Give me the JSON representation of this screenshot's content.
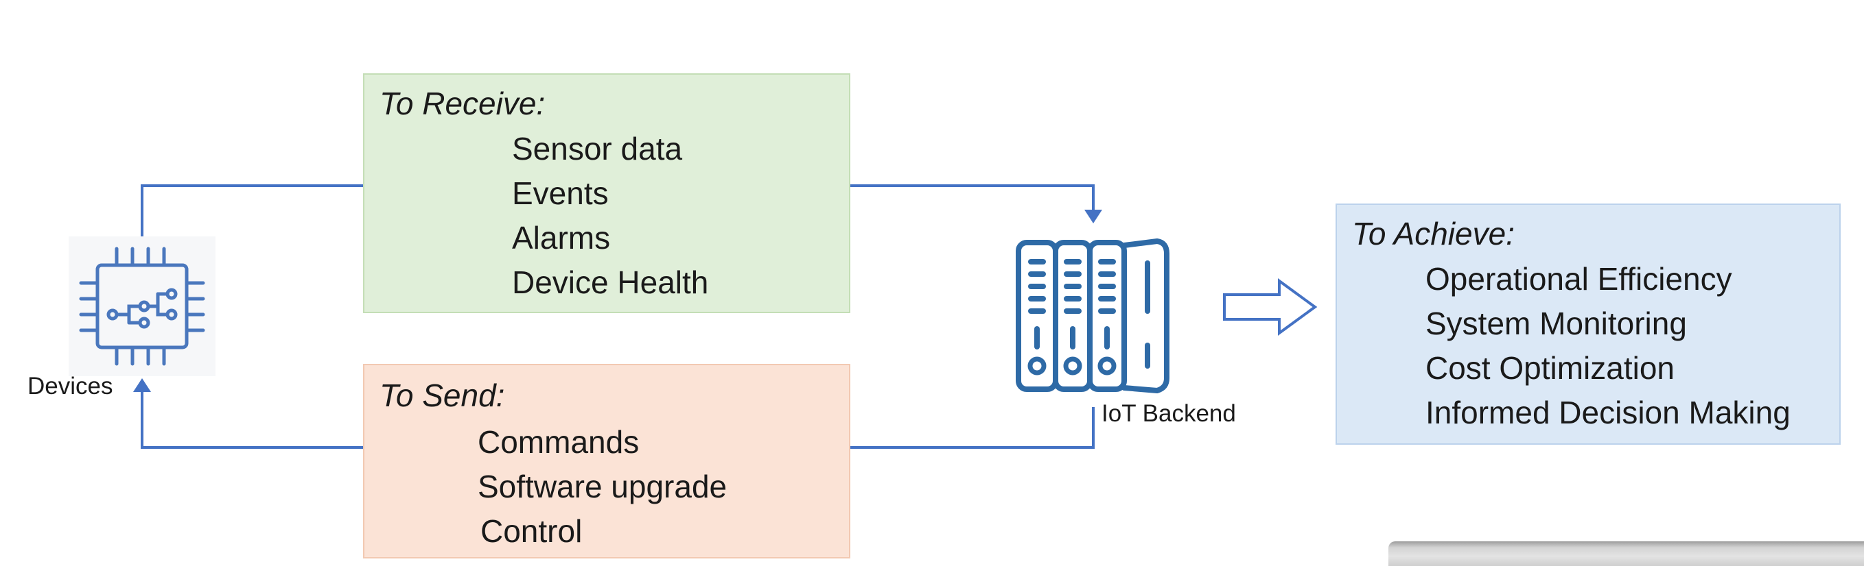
{
  "diagram": {
    "receive": {
      "title": "To Receive:",
      "items": [
        "Sensor data",
        "Events",
        "Alarms",
        "Device Health"
      ]
    },
    "send": {
      "title": "To Send:",
      "items": [
        "Commands",
        "Software upgrade",
        "Control"
      ]
    },
    "achieve": {
      "title": "To Achieve:",
      "items": [
        "Operational Efficiency",
        "System Monitoring",
        "Cost Optimization",
        "Informed Decision Making"
      ]
    },
    "devices_label": "Devices",
    "backend_label": "IoT Backend",
    "colors": {
      "connector": "#4472c4",
      "icon": "#2e6aa6",
      "receive_fill": "#e0efd9",
      "send_fill": "#fbe3d6",
      "achieve_fill": "#dbe8f6"
    },
    "icons": {
      "devices": "chip-icon",
      "backend": "server-rack-icon",
      "flow": "arrow-right-icon"
    }
  }
}
